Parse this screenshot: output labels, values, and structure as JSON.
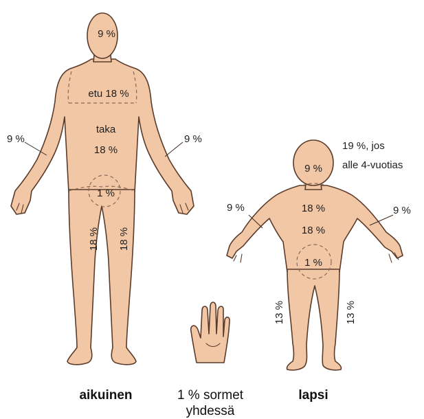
{
  "colors": {
    "skin": "#f2c7a6",
    "outline": "#5a3b2a",
    "text": "#1e1e1e"
  },
  "adult": {
    "head": "9 %",
    "chest": "etu 18 %",
    "back_1": "taka",
    "back_2": "18 %",
    "groin": "1 %",
    "arm_left": "9 %",
    "arm_right": "9 %",
    "leg_left": "18 %",
    "leg_right": "18 %",
    "caption": "aikuinen"
  },
  "hand": {
    "caption_1": "1 % sormet",
    "caption_2": "yhdessä"
  },
  "child": {
    "head": "9 %",
    "head_note_1": "19 %, jos",
    "head_note_2": "alle 4-vuotias",
    "front": "18 %",
    "back": "18 %",
    "groin": "1 %",
    "arm_left": "9 %",
    "arm_right": "9 %",
    "leg_left": "13 %",
    "leg_right": "13 %",
    "caption": "lapsi"
  }
}
